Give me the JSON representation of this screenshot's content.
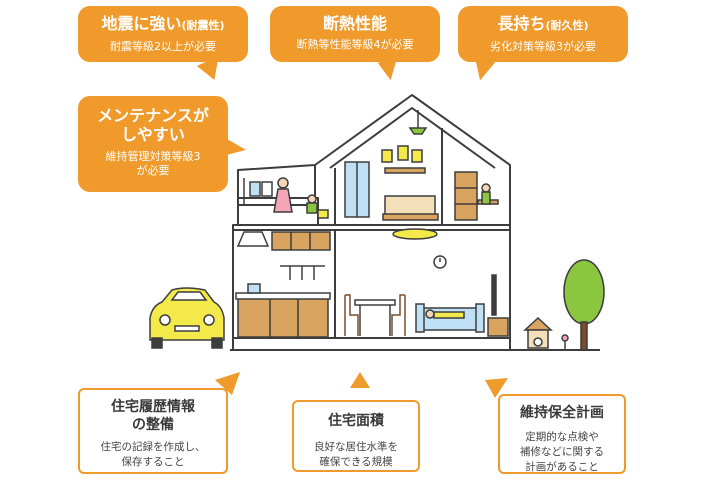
{
  "bubbles": {
    "seismic": {
      "title": "地震に強い",
      "title_sub": "(耐震性)",
      "desc": "耐震等級2以上が必要"
    },
    "insulation": {
      "title": "断熱性能",
      "desc": "断熱等性能等級4が必要"
    },
    "durability": {
      "title": "長持ち",
      "title_sub": "(耐久性)",
      "desc": "劣化対策等級3が必要"
    },
    "maintenance": {
      "title_line1": "メンテナンスが",
      "title_line2": "しやすい",
      "desc_line1": "維持管理対策等級3",
      "desc_line2": "が必要"
    }
  },
  "cards": {
    "history": {
      "title_line1": "住宅履歴情報",
      "title_line2": "の整備",
      "desc_line1": "住宅の記録を作成し、",
      "desc_line2": "保存すること"
    },
    "area": {
      "title": "住宅面積",
      "desc_line1": "良好な居住水準を",
      "desc_line2": "確保できる規模"
    },
    "plan": {
      "title": "維持保全計画",
      "desc_line1": "定期的な点検や",
      "desc_line2": "補修などに関する",
      "desc_line3": "計画があること"
    }
  },
  "colors": {
    "accent": "#ef9a2a",
    "outline": "#3d3d3d",
    "wall": "#ffffff",
    "wood": "#d9a45f",
    "car": "#f3e94a",
    "sofa": "#bfe0f5",
    "tree": "#8cc63f"
  }
}
